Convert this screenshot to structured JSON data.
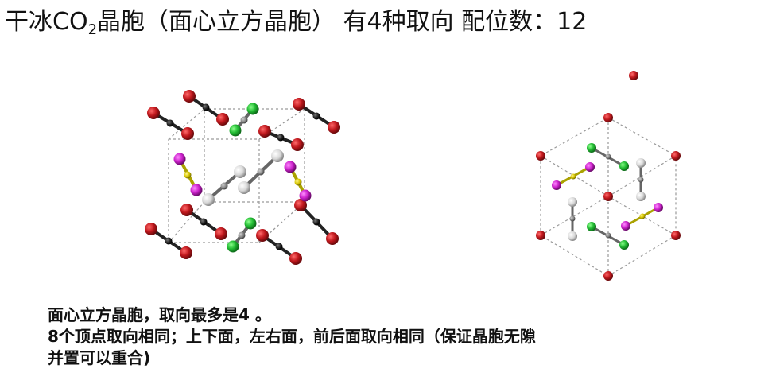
{
  "title": {
    "prefix": "干冰CO",
    "subscript": "2",
    "suffix": "晶胞（面心立方晶胞） 有4种取向 配位数：12"
  },
  "notes": {
    "line1": "面心立方晶胞，取向最多是4 。",
    "line2": " 8个顶点取向相同；上下面，左右面，前后面取向相同（保证晶胞无隙",
    "line3": "并置可以重合)"
  },
  "colors": {
    "oxygen": "#c0181d",
    "carbon": "#222222",
    "green": "#22bb33",
    "magenta": "#cc22cc",
    "white": "#dddddd",
    "yellow": "#d4c400",
    "cell_line": "#999999"
  }
}
